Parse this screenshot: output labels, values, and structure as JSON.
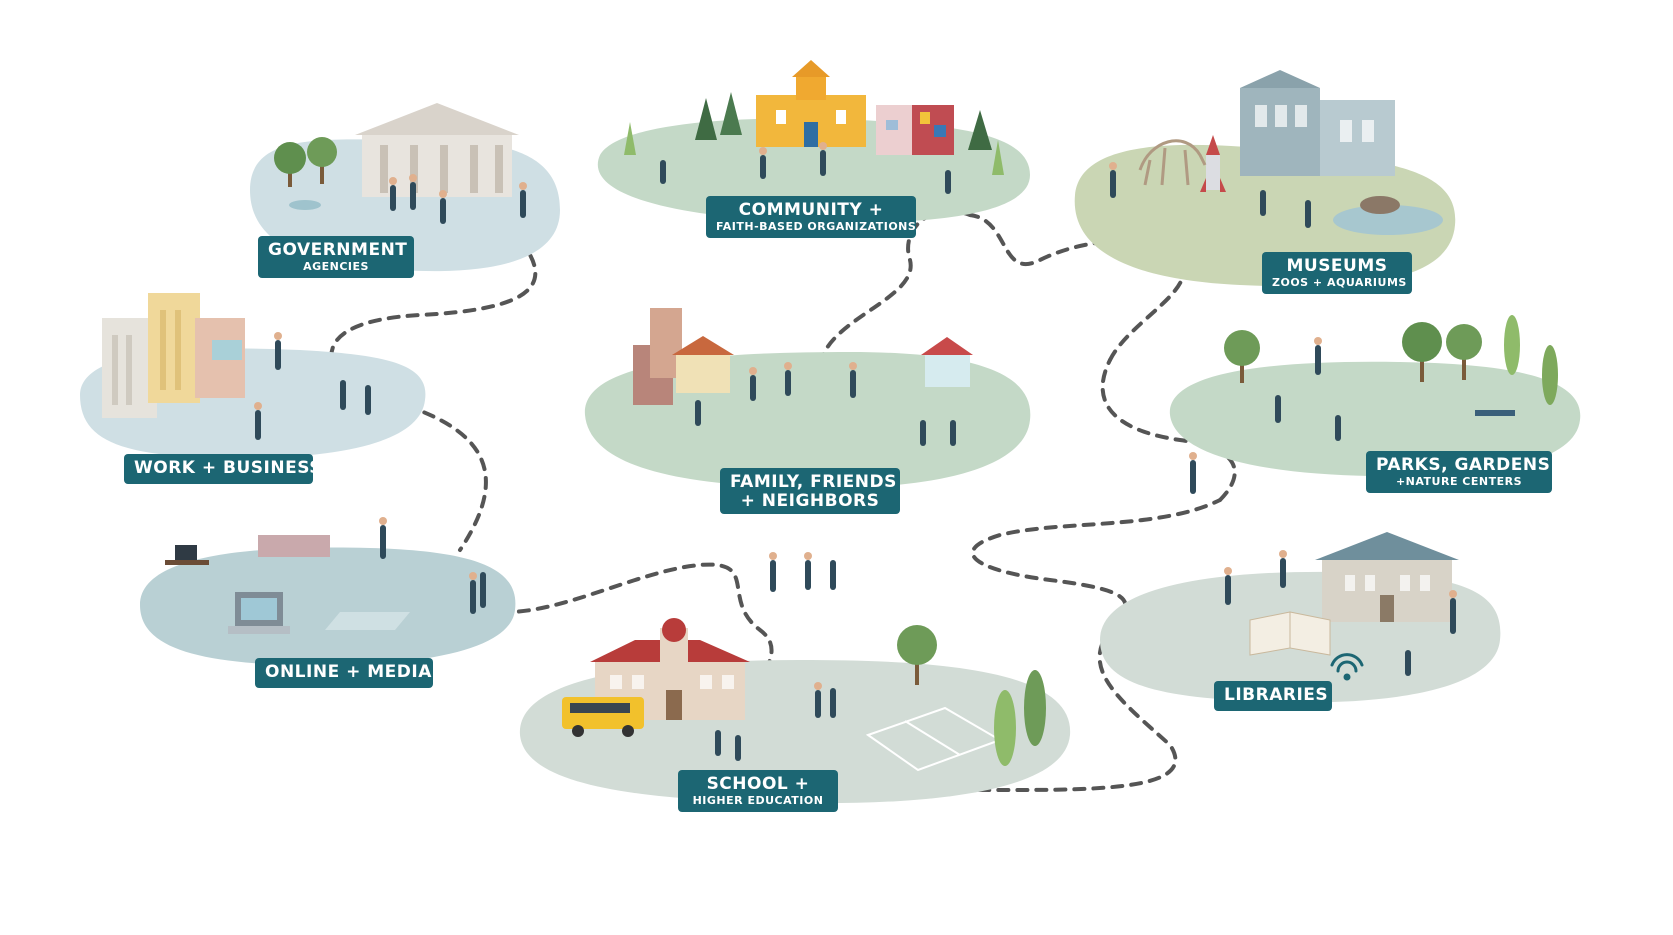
{
  "colors": {
    "label_bg": "#1c6673",
    "label_text": "#ffffff",
    "path": "#555555",
    "blob_blue": "#cfdfe4",
    "blob_green": "#c4d9c7",
    "blob_olive": "#cad6b4",
    "blob_gray": "#d2dcd6",
    "blob_teal": "#b9d0d4"
  },
  "locations": [
    {
      "id": "government",
      "title": "GOVERNMENT",
      "subtitle": "AGENCIES"
    },
    {
      "id": "community",
      "title": "COMMUNITY +",
      "subtitle": "FAITH-BASED ORGANIZATIONS"
    },
    {
      "id": "museums",
      "title": "MUSEUMS",
      "subtitle": "ZOOS + AQUARIUMS"
    },
    {
      "id": "work",
      "title": "WORK + BUSINESS",
      "subtitle": ""
    },
    {
      "id": "family",
      "title": "FAMILY, FRIENDS",
      "subtitle": "+ NEIGHBORS"
    },
    {
      "id": "parks",
      "title": "PARKS, GARDENS",
      "subtitle": "+NATURE CENTERS"
    },
    {
      "id": "online",
      "title": "ONLINE + MEDIA",
      "subtitle": ""
    },
    {
      "id": "libraries",
      "title": "LIBRARIES",
      "subtitle": ""
    },
    {
      "id": "school",
      "title": "SCHOOL +",
      "subtitle": "HIGHER EDUCATION"
    }
  ]
}
